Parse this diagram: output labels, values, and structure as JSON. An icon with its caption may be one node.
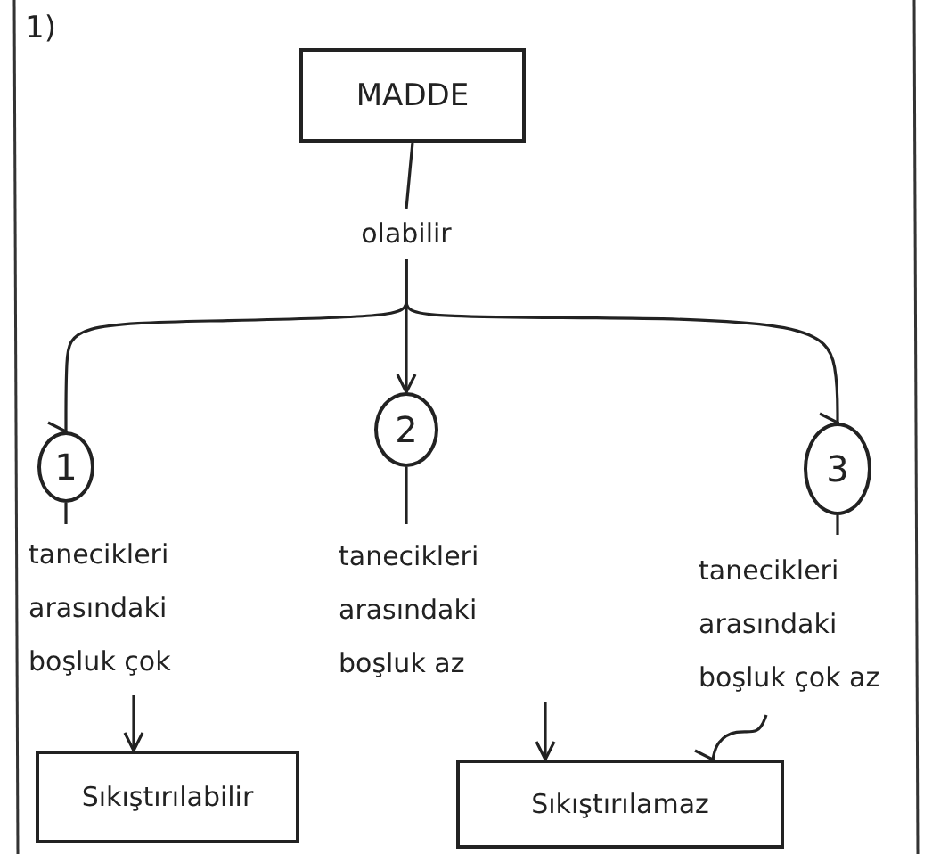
{
  "diagram": {
    "nodes": [
      {
        "text": [
          "MADDE"
        ]
      },
      {
        "text": [
          "olabilir"
        ]
      },
      {
        "text": [
          "1"
        ]
      },
      {
        "text": [
          "2"
        ]
      },
      {
        "text": [
          "3"
        ]
      },
      {
        "text": [
          "tanecikleri arasındaki boşluk çok"
        ]
      },
      {
        "text": [
          "tanecikleri arasındaki boşluk az"
        ]
      },
      {
        "text": [
          "tanecikleri arasındaki boşluk çok az"
        ]
      },
      {
        "text": [
          "Sıkıştırılabilir"
        ]
      },
      {
        "text": [
          "Sıkıştırılamaz"
        ]
      }
    ],
    "edges": [
      {
        "from": 0,
        "to": 1,
        "arrow": "none"
      },
      {
        "from": 1,
        "to": 2,
        "arrow": "to"
      },
      {
        "from": 1,
        "to": 3,
        "arrow": "to"
      },
      {
        "from": 1,
        "to": 4,
        "arrow": "to"
      },
      {
        "from": 2,
        "to": 5,
        "arrow": "none"
      },
      {
        "from": 3,
        "to": 6,
        "arrow": "none"
      },
      {
        "from": 4,
        "to": 7,
        "arrow": "none"
      },
      {
        "from": 5,
        "to": 8,
        "arrow": "to"
      },
      {
        "from": 6,
        "to": 9,
        "arrow": "to"
      },
      {
        "from": 7,
        "to": 9,
        "arrow": "to"
      }
    ],
    "labels": [
      "1)"
    ]
  }
}
